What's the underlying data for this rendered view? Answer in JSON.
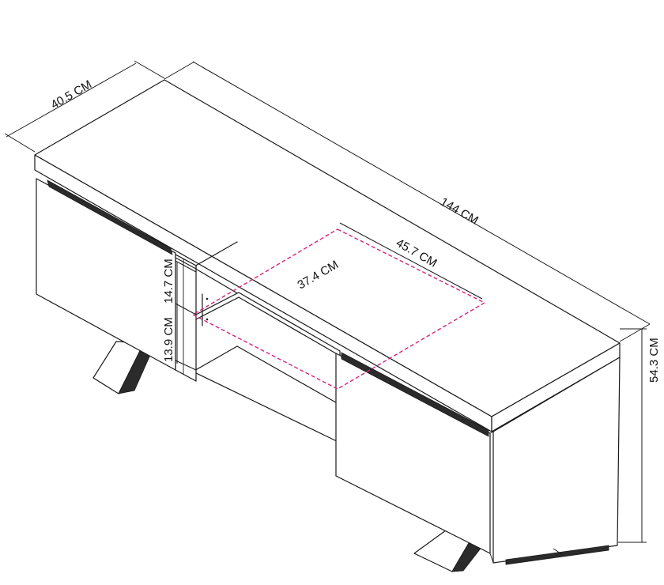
{
  "dimensions": {
    "depth": {
      "label": "40.5 CM"
    },
    "width": {
      "label": "144 CM"
    },
    "height": {
      "label": "54.3 CM"
    },
    "shelf_depth": {
      "label": "45.7 CM"
    },
    "shelf_width": {
      "label": "37.4 CM"
    },
    "upper_opening": {
      "label": "14.7 CM"
    },
    "lower_opening": {
      "label": "13.9 CM"
    }
  },
  "colors": {
    "outline": "#1a1a1a",
    "highlight_dashed": "#d6247a",
    "leg": "#2b2b2b"
  }
}
